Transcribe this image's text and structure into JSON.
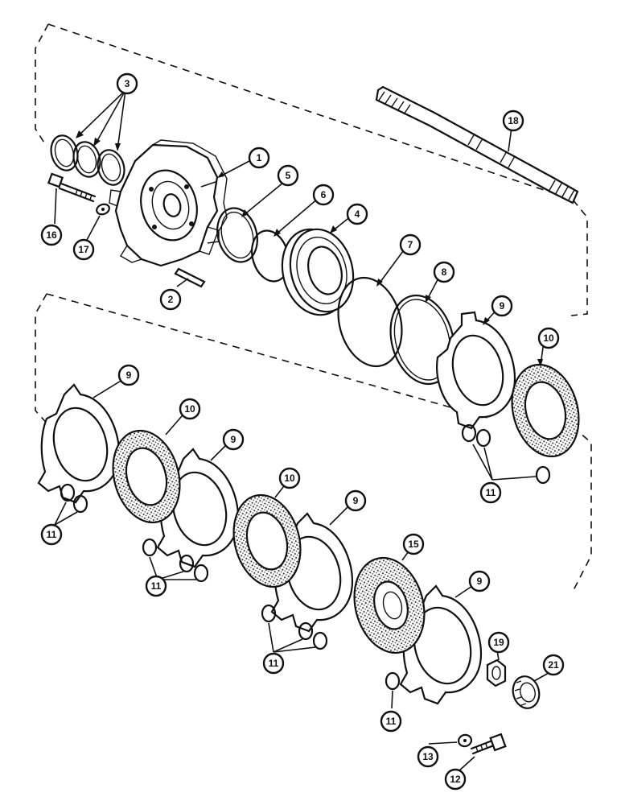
{
  "callouts": [
    {
      "id": "c1",
      "label": "1"
    },
    {
      "id": "c2",
      "label": "2"
    },
    {
      "id": "c3",
      "label": "3"
    },
    {
      "id": "c4",
      "label": "4"
    },
    {
      "id": "c5",
      "label": "5"
    },
    {
      "id": "c6",
      "label": "6"
    },
    {
      "id": "c7",
      "label": "7"
    },
    {
      "id": "c8",
      "label": "8"
    },
    {
      "id": "c9a",
      "label": "9"
    },
    {
      "id": "c10a",
      "label": "10"
    },
    {
      "id": "c11a",
      "label": "11"
    },
    {
      "id": "c9b",
      "label": "9"
    },
    {
      "id": "c10b",
      "label": "10"
    },
    {
      "id": "c11b",
      "label": "11"
    },
    {
      "id": "c9c",
      "label": "9"
    },
    {
      "id": "c10c",
      "label": "10"
    },
    {
      "id": "c11c",
      "label": "11"
    },
    {
      "id": "c9d",
      "label": "9"
    },
    {
      "id": "c11d",
      "label": "11"
    },
    {
      "id": "c15",
      "label": "15"
    },
    {
      "id": "c9e",
      "label": "9"
    },
    {
      "id": "c11e",
      "label": "11"
    },
    {
      "id": "c12",
      "label": "12"
    },
    {
      "id": "c13",
      "label": "13"
    },
    {
      "id": "c16",
      "label": "16"
    },
    {
      "id": "c17",
      "label": "17"
    },
    {
      "id": "c18",
      "label": "18"
    },
    {
      "id": "c19",
      "label": "19"
    },
    {
      "id": "c21",
      "label": "21"
    }
  ]
}
